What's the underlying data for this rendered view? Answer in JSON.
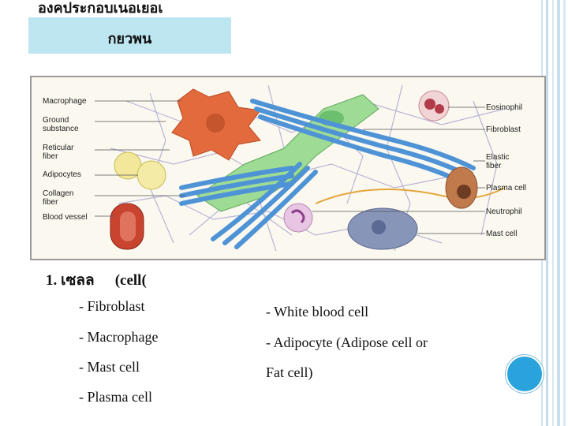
{
  "slide": {
    "title_line1": "องคประกอบเนอเยอเ",
    "title_line2": "กยวพน",
    "heading_number": "1. เซลล",
    "heading_english": "(cell(",
    "bullets_left": [
      "- Fibroblast",
      "- Macrophage",
      "- Mast cell",
      "- Plasma cell"
    ],
    "bullets_right": [
      "- White blood cell",
      "- Adipocyte (Adipose cell or",
      "Fat cell)"
    ]
  },
  "figure": {
    "labels_left": [
      "Macrophage",
      "Ground",
      "substance",
      "Reticular",
      "fiber",
      "Adipocytes",
      "Collagen",
      "fiber",
      "Blood vessel"
    ],
    "labels_right": [
      "Eosinophil",
      "Fibroblast",
      "Elastic",
      "fiber",
      "Plasma cell",
      "Neutrophil",
      "Mast cell"
    ]
  },
  "colors": {
    "title_box": "#bde6f0",
    "accent_dot": "#2aa3dc",
    "collagen": "#5aa0d8",
    "fibroblast": "#8fd28a"
  }
}
